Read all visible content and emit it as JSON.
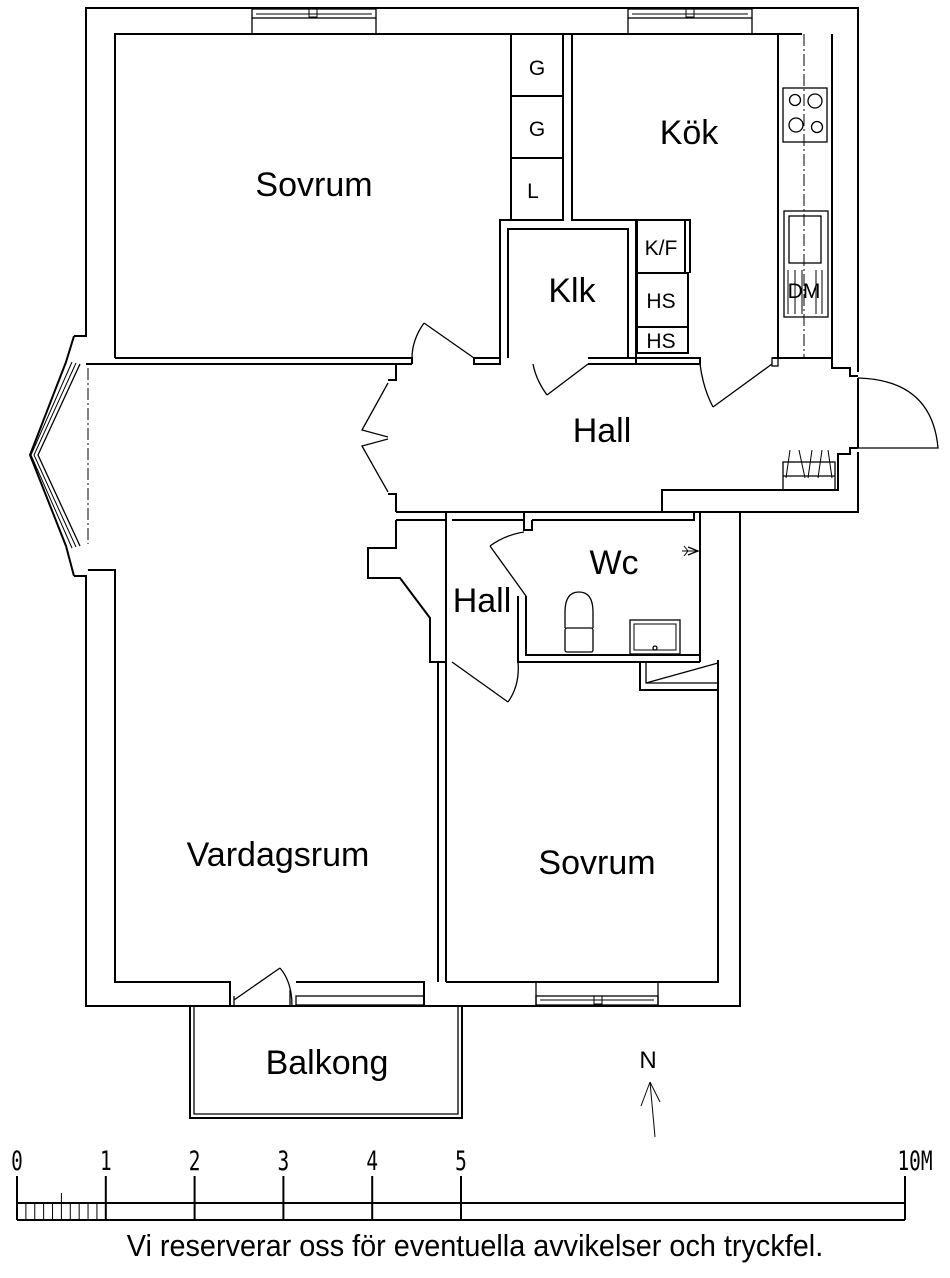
{
  "plan": {
    "rooms": {
      "bedroom_top": "Sovrum",
      "kitchen": "Kök",
      "walk_in_closet": "Klk",
      "hall_main": "Hall",
      "hall_small": "Hall",
      "wc": "Wc",
      "living_room": "Vardagsrum",
      "bedroom_bottom": "Sovrum",
      "balcony": "Balkong"
    },
    "closets": {
      "g1": "G",
      "g2": "G",
      "l": "L",
      "kf": "K/F",
      "hs1": "HS",
      "hs2": "HS",
      "dm": "DM"
    },
    "north_label": "N"
  },
  "scale_bar": {
    "labels": [
      "0",
      "1",
      "2",
      "3",
      "4",
      "5",
      "10M"
    ],
    "values_m": [
      0,
      1,
      2,
      3,
      4,
      5,
      10
    ],
    "max_m": 10
  },
  "footer": {
    "disclaimer": "Vi reserverar oss för eventuella avvikelser och tryckfel."
  }
}
